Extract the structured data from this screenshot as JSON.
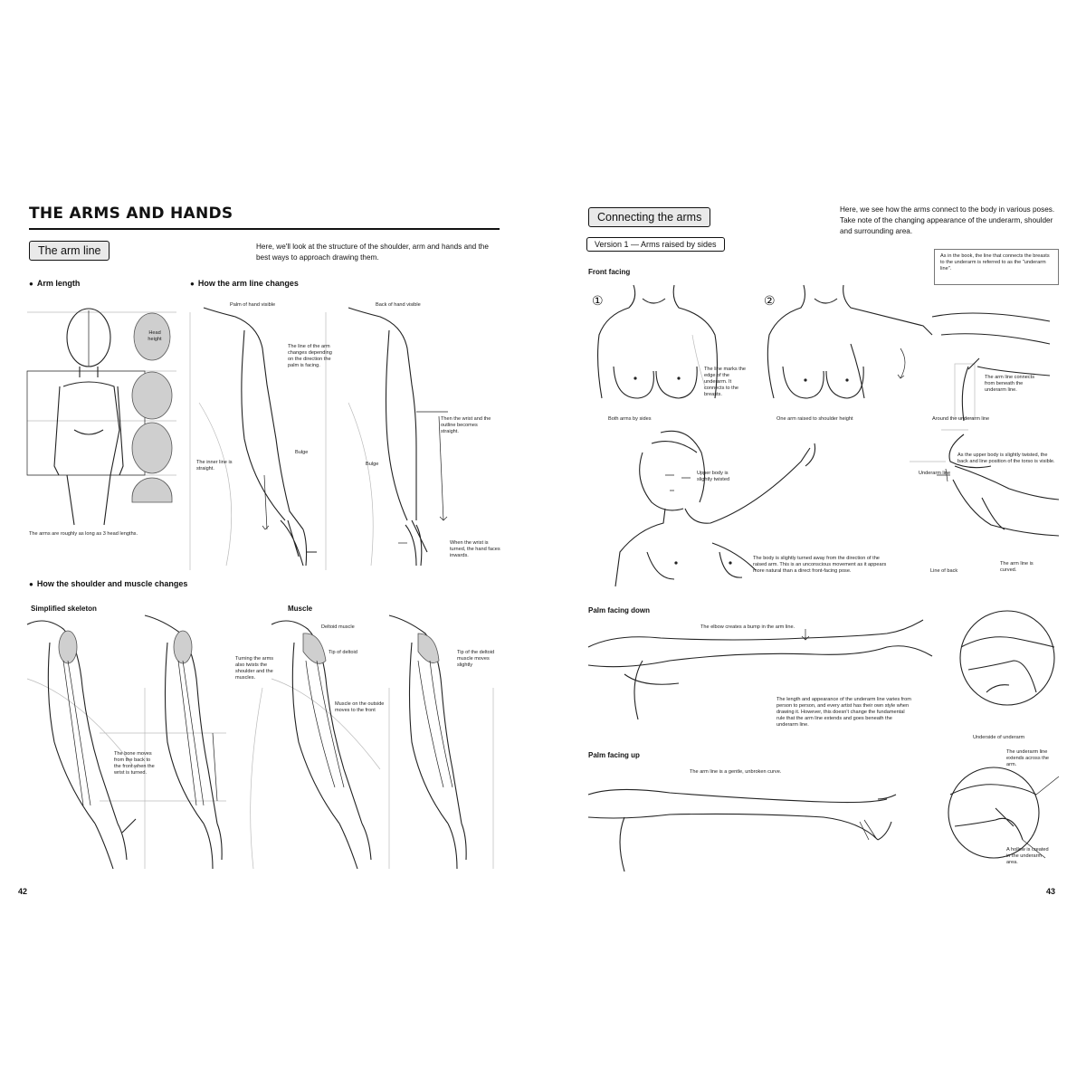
{
  "left_page": {
    "title": "THE ARMS AND HANDS",
    "section_label": "The arm line",
    "intro": "Here, we'll look at the structure of the shoulder, arm and hands and the best ways to approach drawing them.",
    "headings": {
      "arm_length": "Arm length",
      "arm_line_changes": "How the arm line changes",
      "shoulder_muscle_changes": "How the shoulder and muscle changes"
    },
    "subheadings": {
      "simplified": "Simplified skeleton",
      "muscle": "Muscle"
    },
    "notes": {
      "head_height": "Head height",
      "arm_length": "The arms are roughly as long as 3 head lengths.",
      "palm_inside": "Palm of hand visible",
      "back_visible": "Back of hand visible",
      "line_changes": "The line of the arm changes depending on the direction the palm is facing.",
      "inner_line": "The inner line is straight.",
      "bulge1": "Bulge",
      "bulge2": "Bulge",
      "twist": "Then the wrist and the outline becomes straight.",
      "wrist_turns": "When the wrist is turned, the hand faces inwards.",
      "turning_arms": "Turning the arms also twists the shoulder and the muscles.",
      "bone_moves": "The bone moves from the back to the front when the wrist is turned.",
      "deltoid": "Deltoid muscle",
      "tip_deltoid": "Tip of deltoid",
      "muscle_outside": "Muscle on the outside moves to the front",
      "tip_moves": "Tip of the deltoid muscle moves slightly"
    },
    "page_number": "42"
  },
  "right_page": {
    "section_label": "Connecting the arms",
    "intro": "Here, we see how the arms connect to the body in various poses. Take note of the changing appearance of the underarm, shoulder and surrounding area.",
    "version_label": "Version 1 — Arms raised by sides",
    "callout": "As in the book, the line that connects the breasts to the underarm is referred to as the \"underarm line\".",
    "headings": {
      "front_facing": "Front facing",
      "palm_down": "Palm facing down",
      "palm_up": "Palm facing up"
    },
    "markers": {
      "one": "①",
      "two": "②"
    },
    "notes": {
      "line_marks": "The line marks the edge of the underarm. It connects to the breasts.",
      "both_arms": "Both arms by sides",
      "one_arm_raised": "One arm raised to shoulder height",
      "arm_line_connects": "The arm line connects from beneath the underarm line.",
      "around_underarm": "Around the underarm line",
      "upper_body_twisted": "Upper body is slightly twisted",
      "upper_body_note": "As the upper body is slightly twisted, the back and line position of the torso is visible.",
      "underarm_line": "Underarm line",
      "body_turned": "The body is slightly turned away from the direction of the raised arm. This is an unconscious movement as it appears more natural than a direct front-facing pose.",
      "line_of_back": "Line of back",
      "arm_line_curved": "The arm line is curved.",
      "elbow_bump": "The elbow creates a bump in the arm line.",
      "length_appearance": "The length and appearance of the underarm line varies from person to person, and every artist has their own style when drawing it. However, this doesn't change the fundamental rule that the arm line extends and goes beneath the underarm line.",
      "underside_underarm": "Underside of underarm",
      "gentle_curve": "The arm line is a gentle, unbroken curve.",
      "underarm_line_extends": "The underarm line extends across the arm.",
      "crease": "A hollow is created in the underarm area."
    },
    "page_number": "43"
  }
}
